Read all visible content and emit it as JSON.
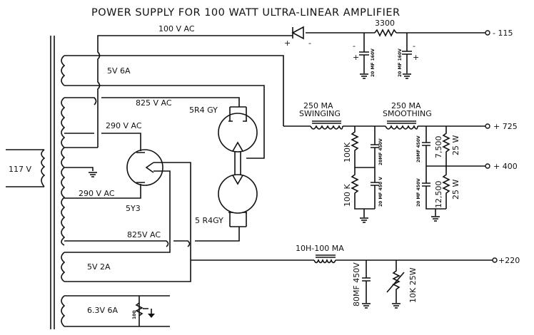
{
  "title": "POWER SUPPLY FOR 100 WATT ULTRA-LINEAR AMPLIFIER",
  "labels": {
    "v100ac": "100 V  AC",
    "r3300": "3300",
    "out_neg115": "- 115",
    "cap_a": "20 MF  160V",
    "cap_b": "20 MF  160V",
    "plus": "+",
    "minus": "-",
    "fil_5v6a": "5V   6A",
    "hv_825_top": "825 V  AC",
    "tube_5r4gy_top": "5R4 GY",
    "v290_top": "290 V  AC",
    "primary_117v": "117 V",
    "v290_bottom": "290 V AC",
    "tube_5y3": "5Y3",
    "tube_5r4gy_bottom": "5 R4GY",
    "hv_825_bottom": "825V AC",
    "fil_5v2a": "5V   2A",
    "fil_63v6a": "6.3V  6A",
    "pot_100": "100",
    "choke_swinging_1": "250 MA",
    "choke_swinging_2": "SWINGING",
    "choke_smoothing_1": "250 MA",
    "choke_smoothing_2": "SMOOTHING",
    "r_100k_top": "100K",
    "r_100k_bottom": "100 K",
    "cap_20mf_450v_top": "20MF 450V",
    "cap_20mf_450v_bottom": "20 MF 450 V",
    "cap_smooth_top": "20MF 450V",
    "cap_smooth_bottom": "20 MF 450V",
    "r_7500": "7,500",
    "r_7500_w": "25 W",
    "r_12500": "12,500",
    "r_12500_w": "25 W",
    "out_725": "+ 725",
    "out_400": "+ 400",
    "choke_10h": "10H-100 MA",
    "cap_80mf": "80MF 450V",
    "r_10k": "10K 25W",
    "out_220": "+220"
  }
}
